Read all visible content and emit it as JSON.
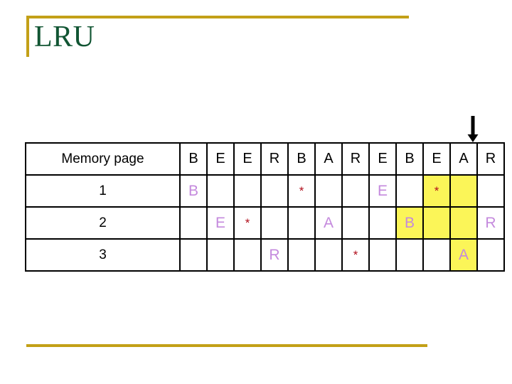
{
  "slide": {
    "title": "LRU",
    "accent_color": "#c3a017",
    "title_color": "#115533",
    "highlight_color": "#fbf558",
    "letter_color": "#c489dd",
    "star_color": "#b10f1c"
  },
  "annotations": {
    "reference_arrow": "down-arrow-icon"
  },
  "table": {
    "label_header": "Memory page",
    "reference_string": [
      "B",
      "E",
      "E",
      "R",
      "B",
      "A",
      "R",
      "E",
      "B",
      "E",
      "A",
      "R"
    ],
    "rows": [
      {
        "label": "1",
        "cells": [
          {
            "text": "B",
            "kind": "page",
            "highlight": false
          },
          {
            "text": "",
            "kind": "empty",
            "highlight": false
          },
          {
            "text": "",
            "kind": "empty",
            "highlight": false
          },
          {
            "text": "",
            "kind": "empty",
            "highlight": false
          },
          {
            "text": "*",
            "kind": "star",
            "highlight": false
          },
          {
            "text": "",
            "kind": "empty",
            "highlight": false
          },
          {
            "text": "",
            "kind": "empty",
            "highlight": false
          },
          {
            "text": "E",
            "kind": "page",
            "highlight": false
          },
          {
            "text": "",
            "kind": "empty",
            "highlight": false
          },
          {
            "text": "*",
            "kind": "star",
            "highlight": true
          },
          {
            "text": "",
            "kind": "empty",
            "highlight": true
          },
          {
            "text": "",
            "kind": "empty",
            "highlight": false
          }
        ]
      },
      {
        "label": "2",
        "cells": [
          {
            "text": "",
            "kind": "empty",
            "highlight": false
          },
          {
            "text": "E",
            "kind": "page",
            "highlight": false
          },
          {
            "text": "*",
            "kind": "star",
            "highlight": false
          },
          {
            "text": "",
            "kind": "empty",
            "highlight": false
          },
          {
            "text": "",
            "kind": "empty",
            "highlight": false
          },
          {
            "text": "A",
            "kind": "page",
            "highlight": false
          },
          {
            "text": "",
            "kind": "empty",
            "highlight": false
          },
          {
            "text": "",
            "kind": "empty",
            "highlight": false
          },
          {
            "text": "B",
            "kind": "page",
            "highlight": true
          },
          {
            "text": "",
            "kind": "empty",
            "highlight": true
          },
          {
            "text": "",
            "kind": "empty",
            "highlight": true
          },
          {
            "text": "R",
            "kind": "page",
            "highlight": false
          }
        ]
      },
      {
        "label": "3",
        "cells": [
          {
            "text": "",
            "kind": "empty",
            "highlight": false
          },
          {
            "text": "",
            "kind": "empty",
            "highlight": false
          },
          {
            "text": "",
            "kind": "empty",
            "highlight": false
          },
          {
            "text": "R",
            "kind": "page",
            "highlight": false
          },
          {
            "text": "",
            "kind": "empty",
            "highlight": false
          },
          {
            "text": "",
            "kind": "empty",
            "highlight": false
          },
          {
            "text": "*",
            "kind": "star",
            "highlight": false
          },
          {
            "text": "",
            "kind": "empty",
            "highlight": false
          },
          {
            "text": "",
            "kind": "empty",
            "highlight": false
          },
          {
            "text": "",
            "kind": "empty",
            "highlight": false
          },
          {
            "text": "A",
            "kind": "page",
            "highlight": true
          },
          {
            "text": "",
            "kind": "empty",
            "highlight": false
          }
        ]
      }
    ]
  }
}
